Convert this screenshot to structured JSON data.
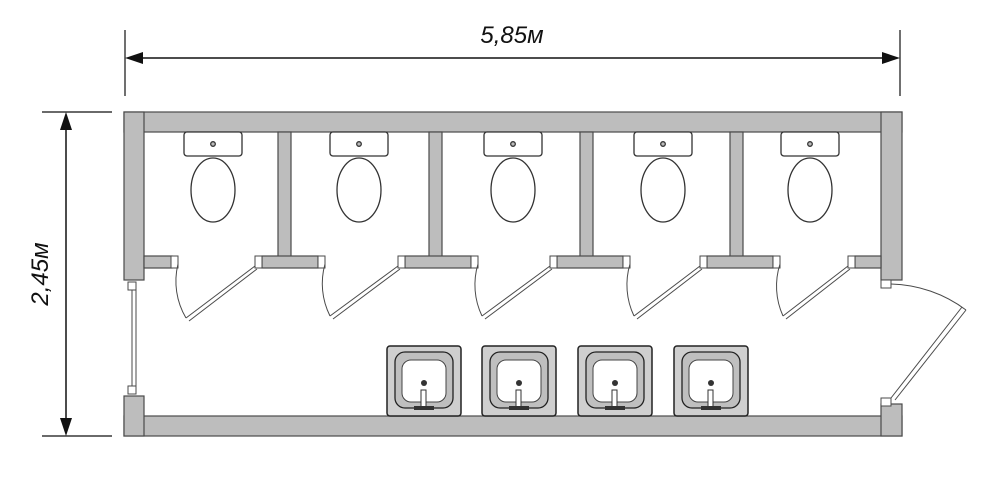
{
  "dimensions": {
    "width_label": "5,85м",
    "height_label": "2,45м"
  },
  "plan": {
    "stall_count": 5,
    "sink_count": 4
  },
  "colors": {
    "wall": "#bdbdbd",
    "stroke": "#4a4a4a",
    "fixture_fill": "#ffffff",
    "sink_outer": "#cfcfcf",
    "sink_inner": "#bfbfbf",
    "ink": "#111111"
  }
}
